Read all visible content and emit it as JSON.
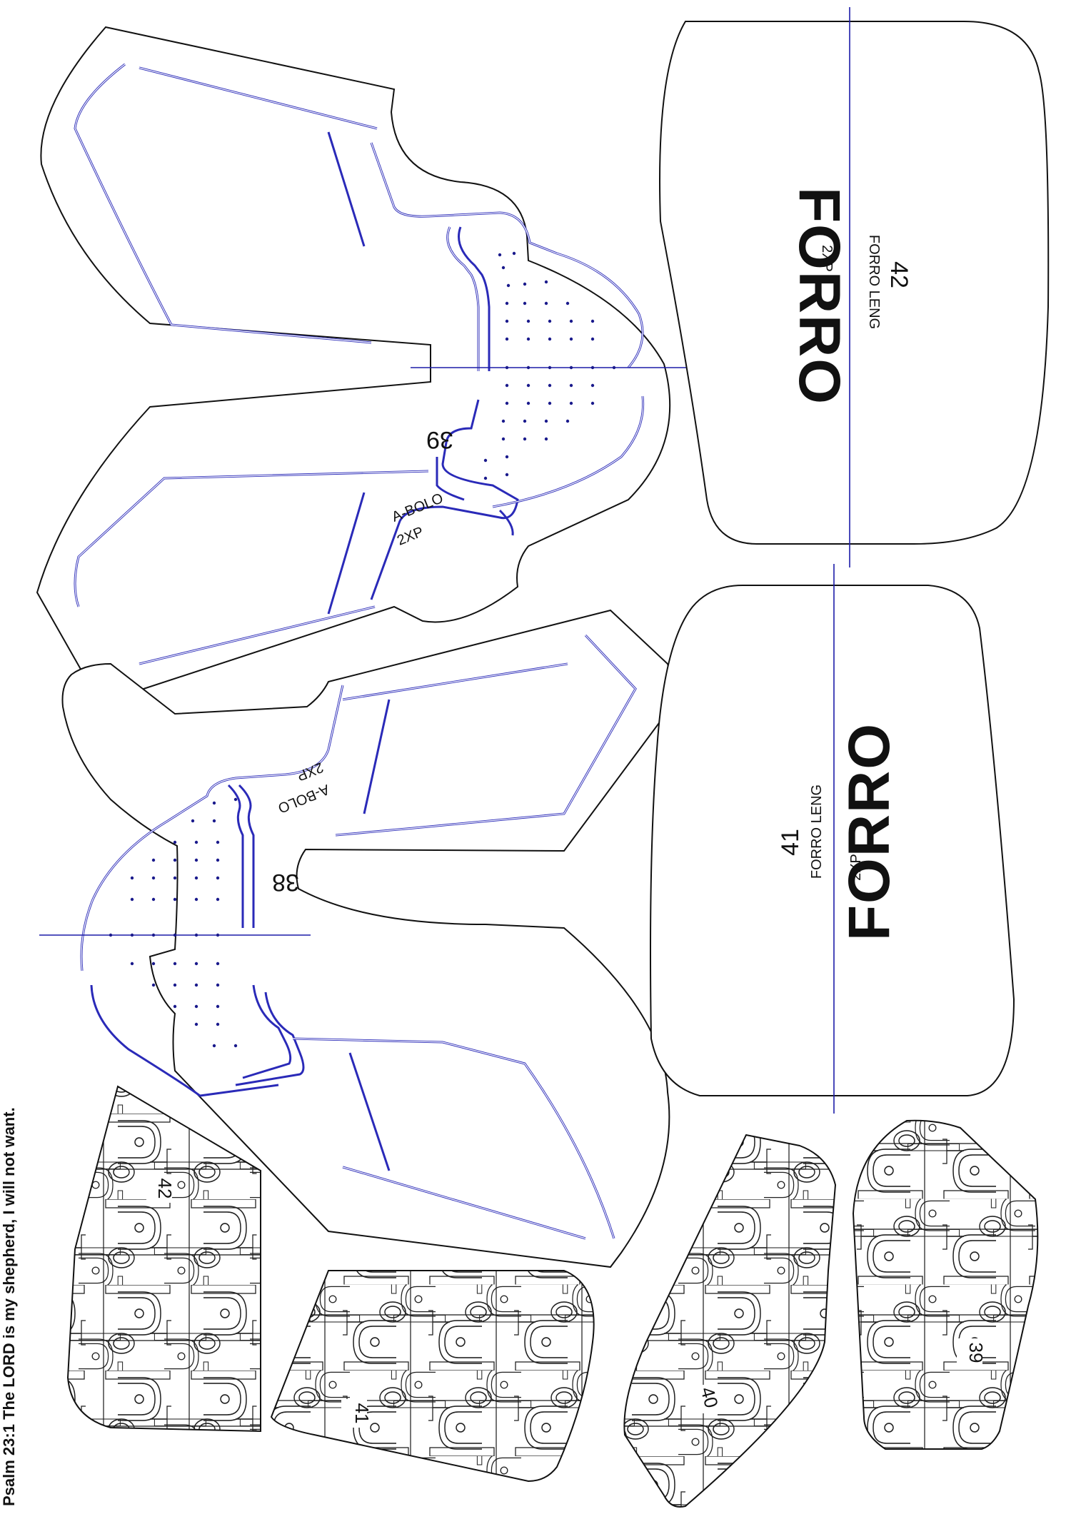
{
  "pieces": {
    "piece_39": {
      "number": "39",
      "name": "A-BOLO",
      "qty": "2XP"
    },
    "piece_38": {
      "number": "38",
      "name": "A-BOLO",
      "qty": "2XP"
    },
    "piece_42": {
      "number": "42",
      "title": "FORRO",
      "name": "FORRO LENG",
      "qty": "2XP"
    },
    "piece_41": {
      "number": "41",
      "title": "FORRO",
      "name": "FORRO LENG",
      "qty": "2XP"
    }
  },
  "print_panels": {
    "panel_a": {
      "number": "42"
    },
    "panel_b": {
      "number": "41"
    },
    "panel_c": {
      "number": "40"
    },
    "panel_d": {
      "number": "39"
    }
  },
  "footer": {
    "verse": "Psalm 23:1 The LORD is my shepherd, I will not want."
  },
  "colors": {
    "stitch": "#2a2ab8",
    "outline": "#111111",
    "paper": "#ffffff"
  }
}
